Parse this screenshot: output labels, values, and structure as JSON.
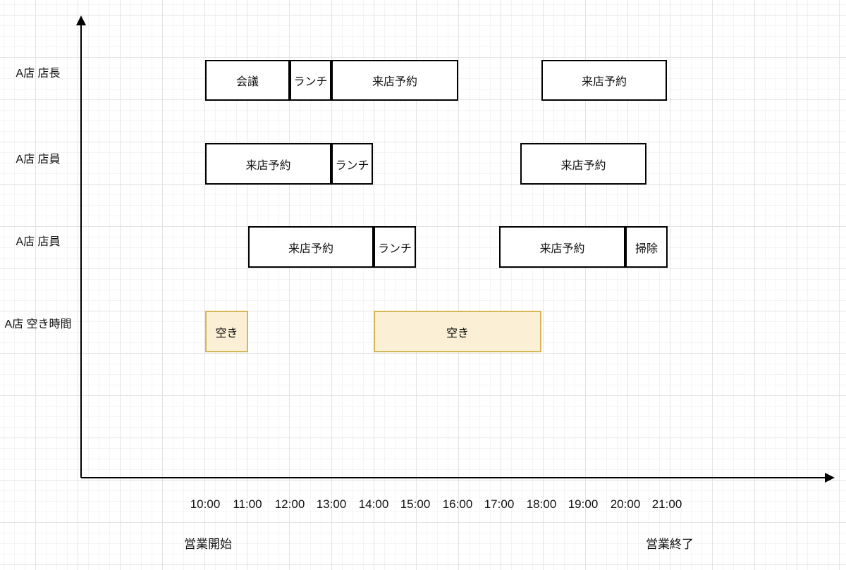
{
  "diagram": {
    "rows": [
      {
        "label": "A店 店長",
        "blocks": [
          {
            "label": "会議",
            "start": "10:00",
            "end": "12:00",
            "type": "busy"
          },
          {
            "label": "ランチ",
            "start": "12:00",
            "end": "13:00",
            "type": "busy"
          },
          {
            "label": "来店予約",
            "start": "13:00",
            "end": "16:00",
            "type": "busy"
          },
          {
            "label": "来店予約",
            "start": "18:00",
            "end": "21:00",
            "type": "busy"
          }
        ]
      },
      {
        "label": "A店 店員",
        "blocks": [
          {
            "label": "来店予約",
            "start": "10:00",
            "end": "13:00",
            "type": "busy"
          },
          {
            "label": "ランチ",
            "start": "13:00",
            "end": "14:00",
            "type": "busy"
          },
          {
            "label": "来店予約",
            "start": "17:30",
            "end": "20:30",
            "type": "busy"
          }
        ]
      },
      {
        "label": "A店 店員",
        "blocks": [
          {
            "label": "来店予約",
            "start": "11:00",
            "end": "14:00",
            "type": "busy"
          },
          {
            "label": "ランチ",
            "start": "14:00",
            "end": "15:00",
            "type": "busy"
          },
          {
            "label": "来店予約",
            "start": "17:00",
            "end": "20:00",
            "type": "busy"
          },
          {
            "label": "掃除",
            "start": "20:00",
            "end": "21:00",
            "type": "busy"
          }
        ]
      },
      {
        "label": "A店 空き時間",
        "blocks": [
          {
            "label": "空き",
            "start": "10:00",
            "end": "11:00",
            "type": "free"
          },
          {
            "label": "空き",
            "start": "14:00",
            "end": "18:00",
            "type": "free"
          }
        ]
      }
    ],
    "axis": {
      "x_ticks": [
        "10:00",
        "11:00",
        "12:00",
        "13:00",
        "14:00",
        "15:00",
        "16:00",
        "17:00",
        "18:00",
        "19:00",
        "20:00",
        "21:00"
      ],
      "start_label": "営業開始",
      "end_label": "営業終了"
    },
    "colors": {
      "block_fill": "#ffffff",
      "block_border": "#000000",
      "free_fill": "#fbf0d5",
      "free_border": "#d6b656"
    }
  }
}
